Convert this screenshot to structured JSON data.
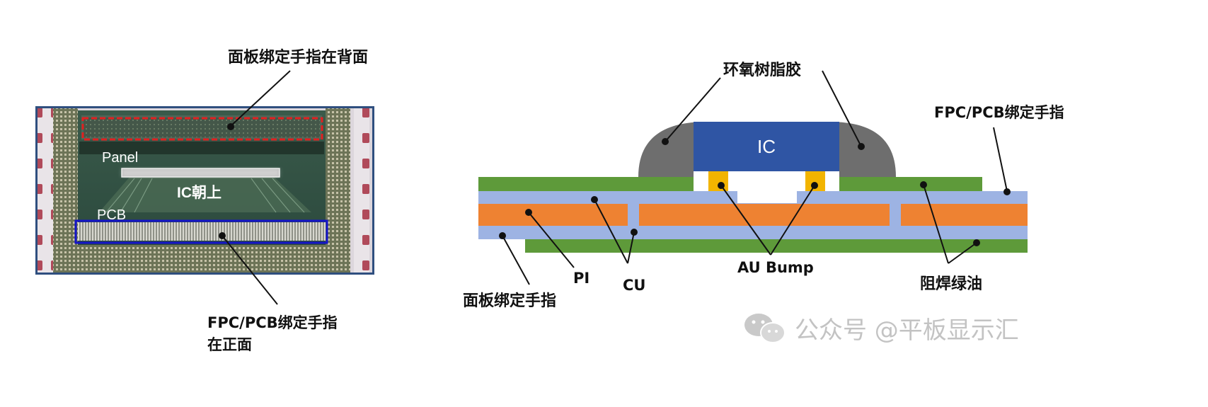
{
  "photo": {
    "label_panel": "Panel",
    "label_pcb": "PCB",
    "label_ic": "IC朝上",
    "note_top": "面板绑定手指在背面",
    "note_bottom_line1": "FPC/PCB绑定手指",
    "note_bottom_line2": "在正面"
  },
  "cross_section": {
    "ic_label": "IC",
    "epoxy": "环氧树脂胶",
    "fpc_finger": "FPC/PCB绑定手指",
    "pi": "PI",
    "cu": "CU",
    "au_bump": "AU Bump",
    "solder_mask": "阻焊绿油",
    "panel_finger": "面板绑定手指"
  },
  "watermark": {
    "text": "公众号 @平板显示汇"
  },
  "colors": {
    "green": "#5e9a3a",
    "light_blue": "#9db3e3",
    "orange": "#ee8232",
    "ic_blue": "#2f55a4",
    "epoxy_gray": "#6e6e6e",
    "bump_yellow": "#f2b400",
    "red_box": "#e02020",
    "blue_box": "#1414c8"
  }
}
